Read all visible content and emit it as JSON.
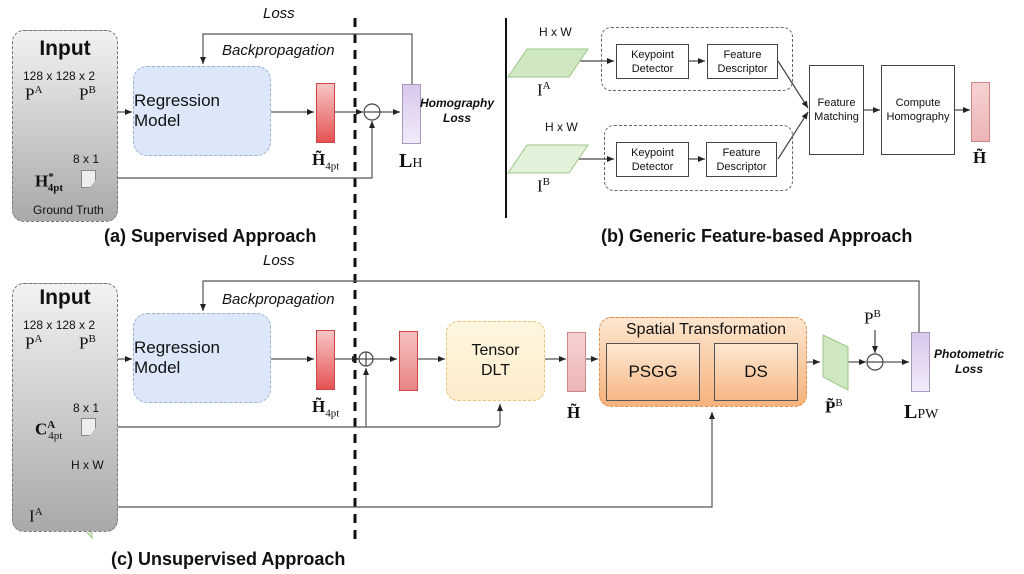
{
  "panel_a": {
    "input_title": "Input",
    "patch_size": "128 x 128 x 2",
    "patch_a": "P",
    "patch_a_sup": "A",
    "patch_b": "P",
    "patch_b_sup": "B",
    "gt_size": "8 x 1",
    "gt_symbol": "H",
    "gt_sup": "*",
    "gt_sub": "4pt",
    "ground_truth": "Ground Truth",
    "regression_model": "Regression Model",
    "loss_label": "Loss",
    "backprop_label": "Backpropagation",
    "output_symbol": "H̃",
    "output_sub": "4pt",
    "loss_symbol": "L",
    "loss_sub": "H",
    "loss_name_line1": "Homography",
    "loss_name_line2": "Loss",
    "caption": "(a) Supervised Approach"
  },
  "panel_b": {
    "img_a_size": "H x W",
    "img_a": "I",
    "img_a_sup": "A",
    "img_b_size": "H x W",
    "img_b": "I",
    "img_b_sup": "B",
    "keypoint_detector_l1": "Keypoint",
    "keypoint_detector_l2": "Detector",
    "feature_descriptor_l1": "Feature",
    "feature_descriptor_l2": "Descriptor",
    "feature_matching_l1": "Feature",
    "feature_matching_l2": "Matching",
    "compute_homography_l1": "Compute",
    "compute_homography_l2": "Homography",
    "output_symbol": "H̃",
    "caption": "(b) Generic Feature-based Approach"
  },
  "panel_c": {
    "input_title": "Input",
    "patch_size": "128 x 128 x 2",
    "patch_a": "P",
    "patch_a_sup": "A",
    "patch_b": "P",
    "patch_b_sup": "B",
    "corner_size": "8 x 1",
    "corner_symbol": "C",
    "corner_sup": "A",
    "corner_sub": "4pt",
    "image_size": "H x W",
    "image": "I",
    "image_sup": "A",
    "regression_model": "Regression Model",
    "loss_label": "Loss",
    "backprop_label": "Backpropagation",
    "output_symbol": "H̃",
    "output_sub": "4pt",
    "tensor_dlt_l1": "Tensor",
    "tensor_dlt_l2": "DLT",
    "h_symbol": "H̃",
    "spatial_transformation": "Spatial Transformation",
    "psgg": "PSGG",
    "ds": "DS",
    "warped_symbol": "P̃",
    "warped_sup": "B",
    "target_symbol": "P",
    "target_sup": "B",
    "loss_symbol": "L",
    "loss_sub": "PW",
    "loss_name_line1": "Photometric",
    "loss_name_line2": "Loss",
    "caption": "(c) Unsupervised Approach"
  }
}
